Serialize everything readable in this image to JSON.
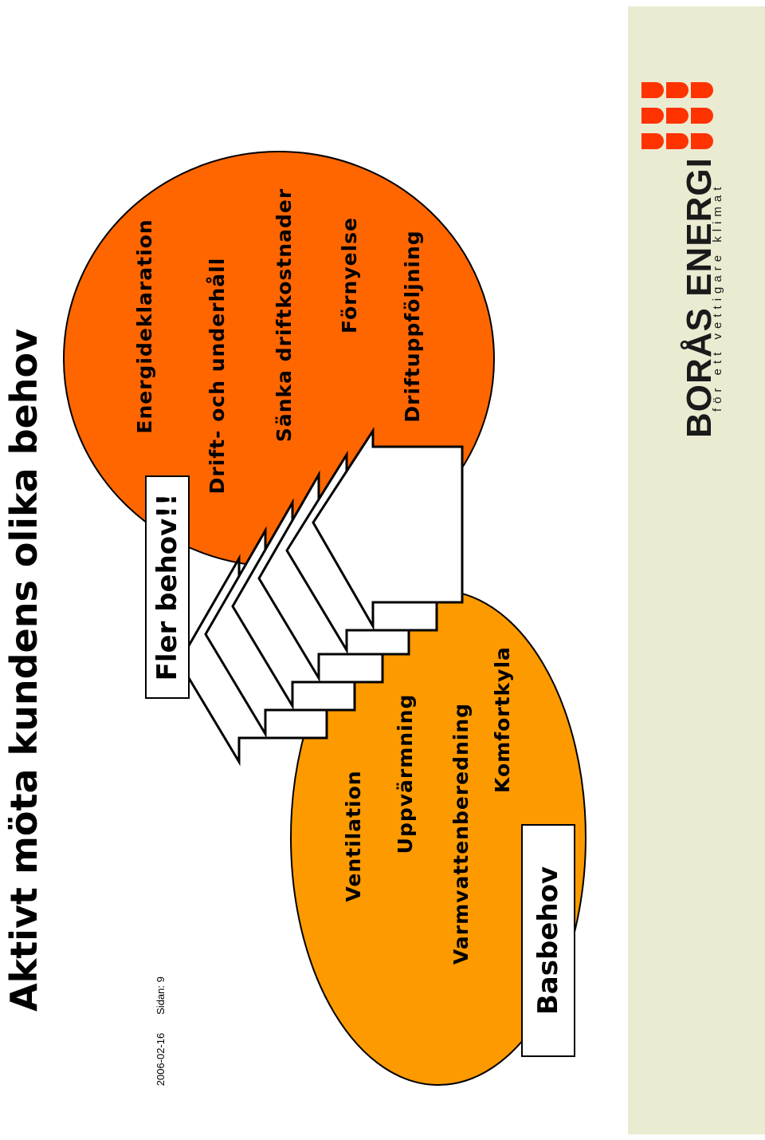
{
  "title": "Aktivt möta kundens olika behov",
  "left_group": {
    "label": "Basbehov",
    "items": [
      "Ventilation",
      "Uppvärmning",
      "Varmvattenberedning",
      "Komfortkyla"
    ]
  },
  "right_group": {
    "label": "Fler behov!!",
    "items": [
      "Energideklaration",
      "Drift- och underhåll",
      "Sänka driftkostnader",
      "Förnyelse",
      "Driftuppföljning"
    ]
  },
  "colors": {
    "basbehov_circle": "#fd9a00",
    "fler_behov_circle": "#ff6600",
    "logo_red": "#ff3300",
    "panel": "#ebebd2"
  },
  "footer": {
    "date": "2006-02-16",
    "page": "Sidan: 9"
  },
  "brand": {
    "name": "BORÅS ENERGI",
    "tagline": "för ett vettigare klimat"
  }
}
